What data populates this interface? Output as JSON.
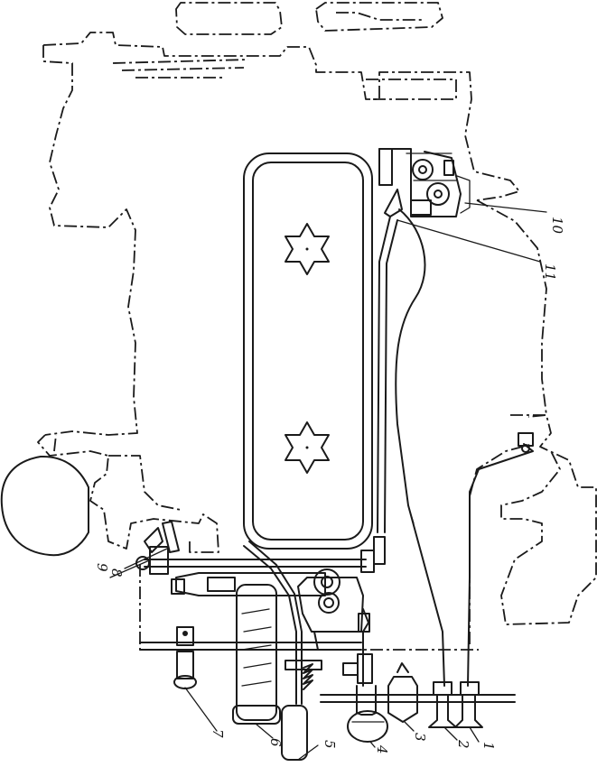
{
  "callouts": [
    {
      "id": "1",
      "text": "1"
    },
    {
      "id": "2",
      "text": "2"
    },
    {
      "id": "3",
      "text": "3"
    },
    {
      "id": "4",
      "text": "4"
    },
    {
      "id": "5",
      "text": "5"
    },
    {
      "id": "6",
      "text": "6"
    },
    {
      "id": "7",
      "text": "7"
    },
    {
      "id": "8",
      "text": "8"
    },
    {
      "id": "9",
      "text": "9"
    },
    {
      "id": "10",
      "text": "10"
    },
    {
      "id": "11",
      "text": "11"
    }
  ],
  "colors": {
    "ink": "#1a1a1a",
    "paper": "#ffffff"
  }
}
